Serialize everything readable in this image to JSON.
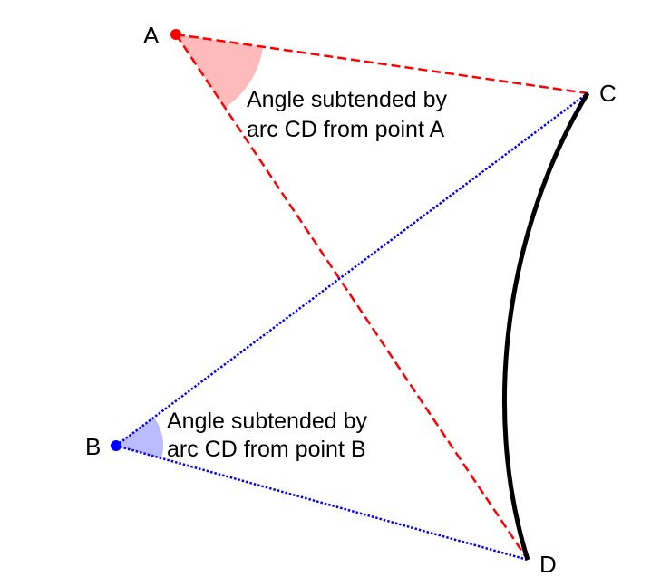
{
  "points": {
    "A": "A",
    "B": "B",
    "C": "C",
    "D": "D"
  },
  "labels": {
    "angle_a_line1": "Angle subtended by",
    "angle_a_line2": "arc CD from point A",
    "angle_b_line1": "Angle subtended by",
    "angle_b_line2": "arc CD from point B"
  },
  "colors": {
    "red": "#ff0000",
    "red_fill": "#ffbbbb",
    "blue": "#0000ff",
    "blue_fill": "#bbbbff",
    "arc": "#000000"
  }
}
